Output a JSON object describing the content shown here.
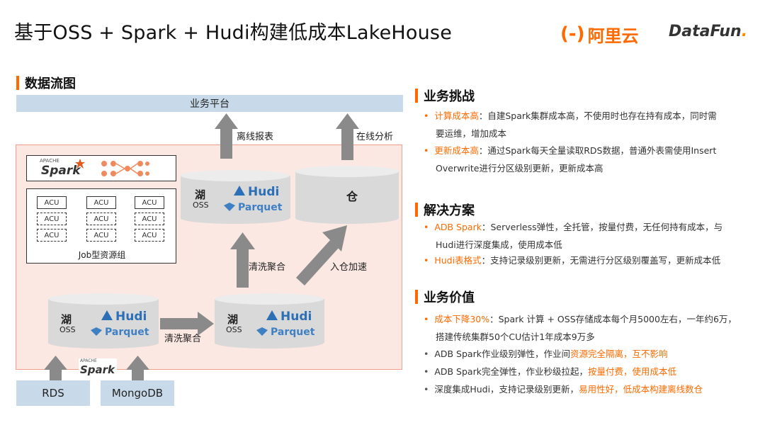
{
  "header": {
    "title": "基于OSS + Spark + Hudi构建低成本LakeHouse",
    "logo_aliyun_mark": "(-)",
    "logo_aliyun_text": "阿里云",
    "logo_datafun_a": "DataFun",
    "logo_datafun_b": "."
  },
  "diagram": {
    "heading": "数据流图",
    "platform_label": "业务平台",
    "offline_report": "离线报表",
    "online_analysis": "在线分析",
    "clean_aggregate_up": "清洗聚合",
    "enter_warehouse": "入仓加速",
    "clean_aggregate_right": "清洗聚合",
    "warehouse_label": "仓",
    "lake_label": "湖",
    "oss_label": "OSS",
    "hudi_label": "Hudi",
    "parquet_label": "Parquet",
    "spark_label": "Spark",
    "spark_apache": "APACHE",
    "acu_label": "ACU",
    "job_group_label": "Job型资源组",
    "rds_label": "RDS",
    "mongodb_label": "MongoDB",
    "colors": {
      "accent": "#ff6a00",
      "platform": "#c8daea",
      "area": "#fce8e2",
      "arrow": "#8a8a8a",
      "hudi": "#2b6fb6"
    }
  },
  "sections": {
    "challenges": {
      "heading": "业务挑战",
      "items": [
        {
          "bullet": "•",
          "key": "计算成本高",
          "line1": "：自建Spark集群成本高，不使用时也存在持有成本，同时需",
          "line2": "要运维，增加成本"
        },
        {
          "bullet": "•",
          "key": "更新成本高",
          "line1": "：通过Spark每天全量读取RDS数据，普通外表需使用Insert",
          "line2": "Overwrite进行分区级别更新，更新成本高"
        }
      ]
    },
    "solution": {
      "heading": "解决方案",
      "items": [
        {
          "bullet": "•",
          "key": "ADB Spark",
          "line1": "：Serverless弹性，全托管，按量付费，无任何持有成本，与",
          "line2": "Hudi进行深度集成，使用成本低"
        },
        {
          "bullet": "•",
          "key": "Hudi表格式",
          "line1": "：支持记录级别更新，无需进行分区级别覆盖写，更新成本低",
          "line2": ""
        }
      ]
    },
    "value": {
      "heading": "业务价值",
      "item1": {
        "bullet": "•",
        "key": "成本下降30%",
        "line1": "：Spark 计算 + OSS存储成本每个月5000左右，一年约6万，",
        "line2": "搭建传统集群50个CU估计1年成本9万多"
      },
      "item2": {
        "bullet": "•",
        "pre": "ADB Spark作业级别弹性，作业间",
        "hl": "资源完全隔离，互不影响"
      },
      "item3": {
        "bullet": "•",
        "pre": "ADB Spark完全弹性，作业秒级拉起，",
        "hl": "按量付费，使用成本低"
      },
      "item4": {
        "bullet": "•",
        "pre": "深度集成Hudi，支持记录级别更新，",
        "hl": "易用性好，低成本构建离线数仓"
      }
    }
  }
}
